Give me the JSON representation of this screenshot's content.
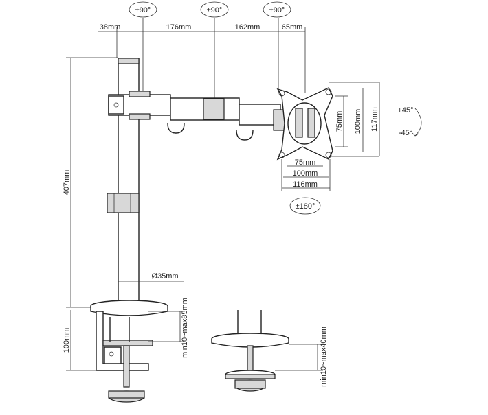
{
  "rotations": {
    "joint1": "±90°",
    "joint2": "±90°",
    "joint3": "±90°",
    "tilt_up": "+45°",
    "tilt_down": "-45°",
    "rotate": "±180°"
  },
  "dimensions": {
    "arm_seg1": "38mm",
    "arm_seg2": "176mm",
    "arm_seg3": "162mm",
    "arm_seg4": "65mm",
    "pole_height": "407mm",
    "pole_diameter": "Ø35mm",
    "clamp_height": "100mm",
    "clamp_range": "min10~max85mm",
    "grommet_range": "min10~max40mm",
    "vesa_h_75": "75mm",
    "vesa_h_100": "100mm",
    "vesa_h_116": "116mm",
    "vesa_v_75": "75mm",
    "vesa_v_100": "100mm",
    "vesa_v_117": "117mm"
  }
}
